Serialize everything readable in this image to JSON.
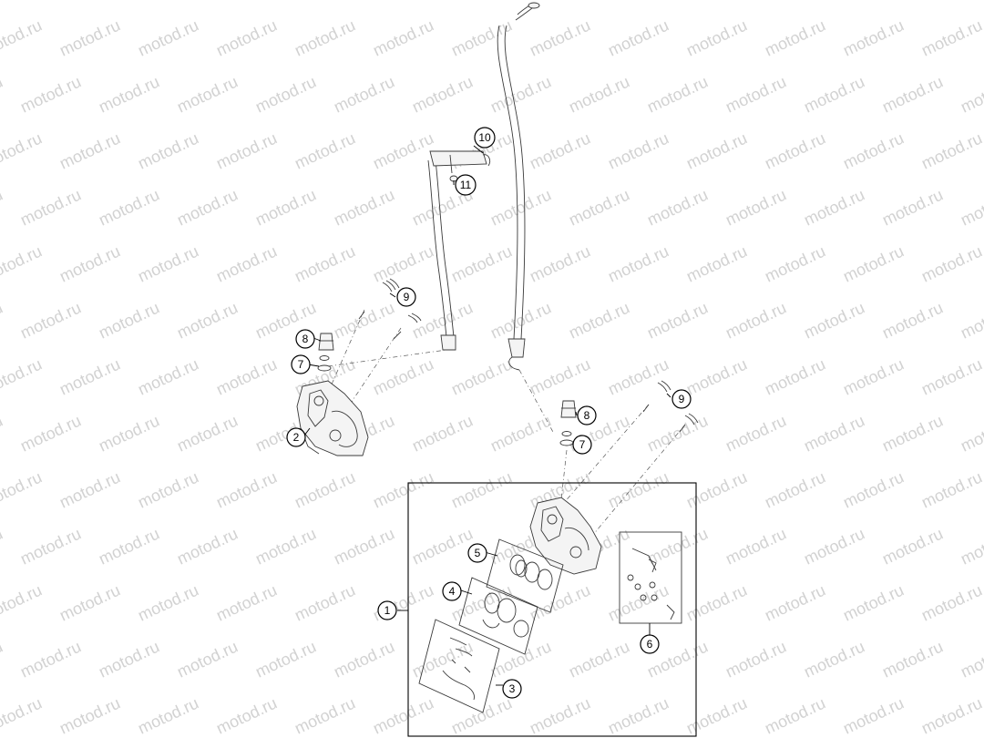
{
  "watermark": {
    "text": "motod.ru",
    "color": "#d2d2d2"
  },
  "callouts": [
    {
      "id": "1",
      "label": "1"
    },
    {
      "id": "2",
      "label": "2"
    },
    {
      "id": "3",
      "label": "3"
    },
    {
      "id": "4",
      "label": "4"
    },
    {
      "id": "5",
      "label": "5"
    },
    {
      "id": "6",
      "label": "6"
    },
    {
      "id": "7a",
      "label": "7"
    },
    {
      "id": "7b",
      "label": "7"
    },
    {
      "id": "8a",
      "label": "8"
    },
    {
      "id": "8b",
      "label": "8"
    },
    {
      "id": "9a",
      "label": "9"
    },
    {
      "id": "9b",
      "label": "9"
    },
    {
      "id": "10",
      "label": "10"
    },
    {
      "id": "11",
      "label": "11"
    }
  ]
}
